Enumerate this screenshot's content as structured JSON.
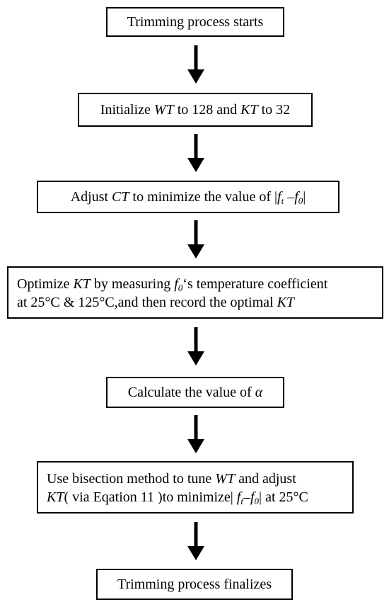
{
  "steps": {
    "start": {
      "text": "Trimming process starts"
    },
    "init": {
      "prefix": "Initialize ",
      "var_wt": "WT",
      "mid1": " to 128 and ",
      "var_kt": "KT",
      "suffix": " to 32"
    },
    "adjust": {
      "prefix": "Adjust ",
      "var_ct": "CT",
      "middle": " to minimize the value of ",
      "bar_open": "|",
      "f": "f",
      "sub_t": "t",
      "minus": " –",
      "f0": "f",
      "sub_0": "0",
      "bar_close": "|"
    },
    "optimize": {
      "line1_prefix": "Optimize ",
      "var_kt": "KT",
      "line1_mid": " by measuring ",
      "f": "f",
      "sub_0": "0",
      "line1_suffix": "‘s temperature coefficient",
      "line2_prefix": "at 25°C & 125°C,and then record the optimal ",
      "line2_var_kt": "KT"
    },
    "calculate": {
      "prefix": "Calculate the value of ",
      "alpha": "α"
    },
    "bisection": {
      "line1_prefix": "Use bisection method to tune ",
      "var_wt": "WT",
      "line1_suffix": " and adjust",
      "line2_var_kt": "KT",
      "line2_mid": "( via Eqation 11 )to minimize",
      "bar_open": "| ",
      "f": "f",
      "sub_t": "t",
      "minus": "–",
      "f0": "f",
      "sub_0": "0",
      "bar_close": "|",
      "line2_suffix": " at 25°C"
    },
    "finish": {
      "text": "Trimming process finalizes"
    }
  }
}
